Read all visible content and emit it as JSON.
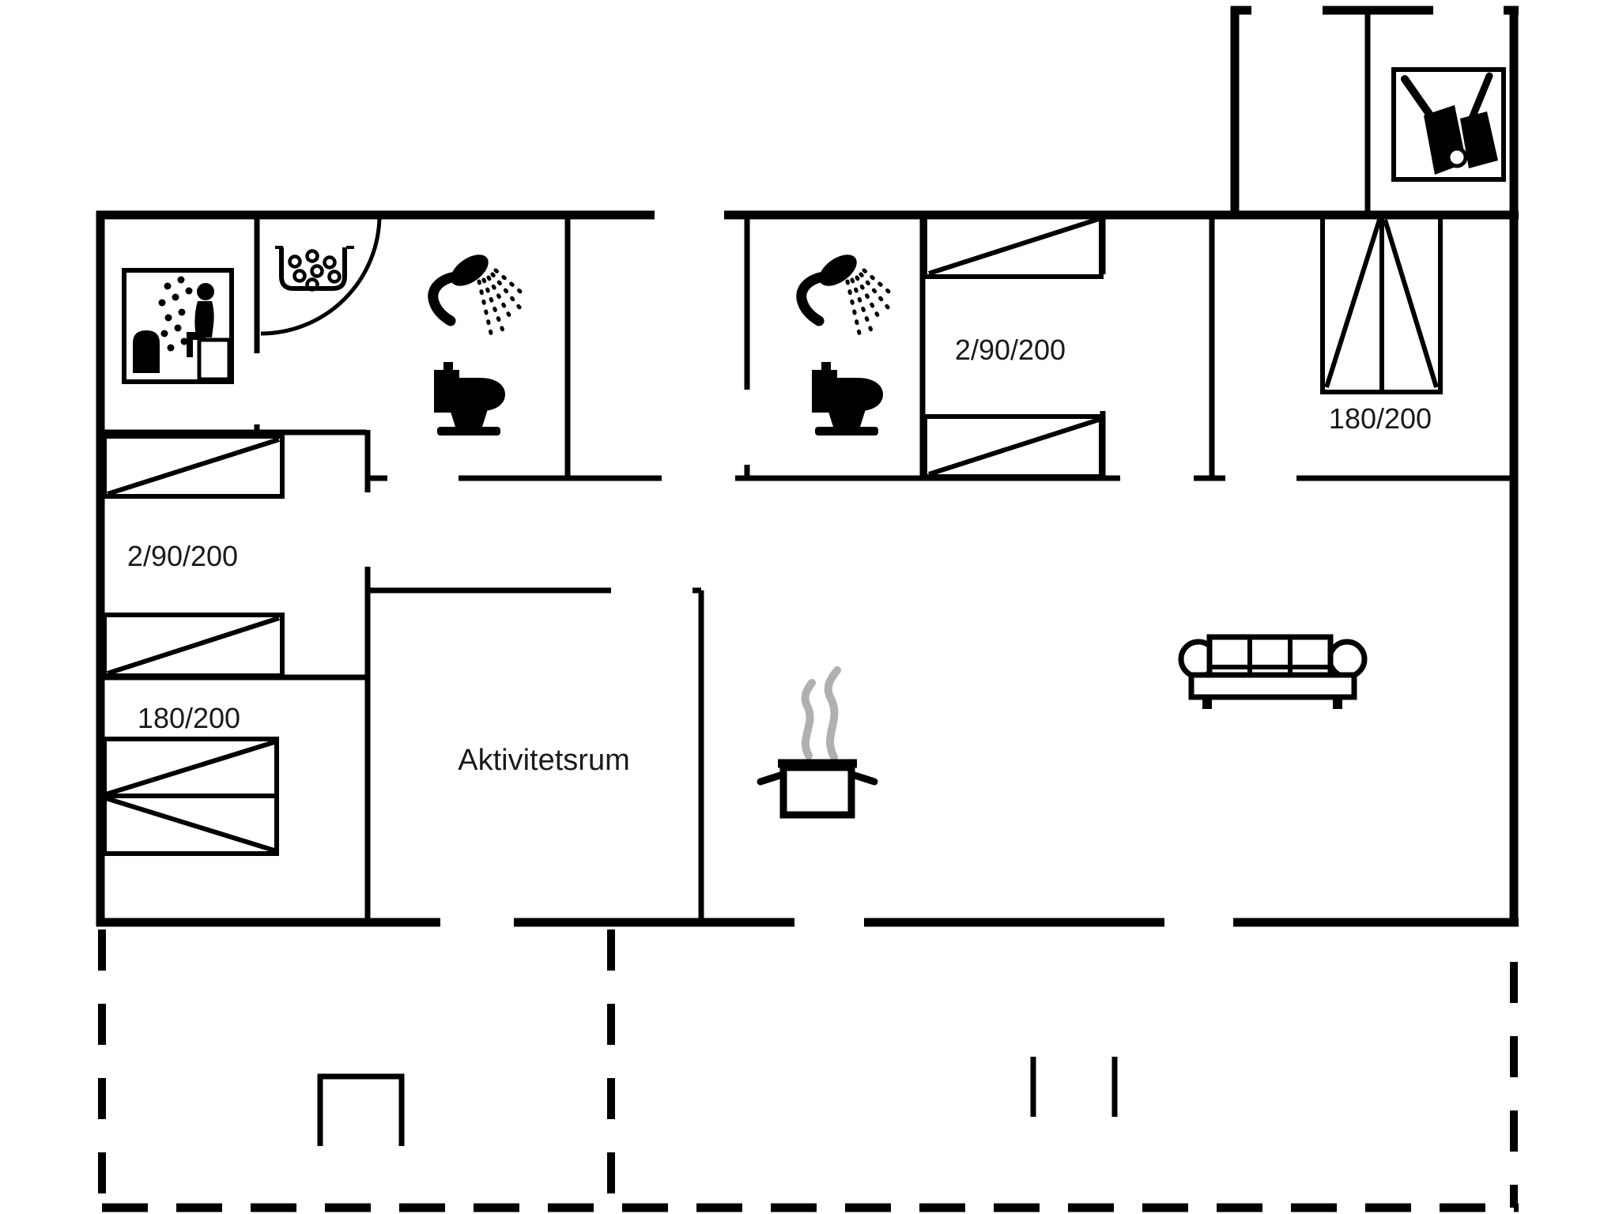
{
  "labels": {
    "activity_room": "Aktivitetsrum",
    "left_bunk_bed": "2/90/200",
    "left_double_bed": "180/200",
    "middle_bunk_bed": "2/90/200",
    "right_double_bed": "180/200"
  },
  "colors": {
    "wall": "#000000",
    "background": "#ffffff",
    "steam": "#b0b0b0",
    "text": "#1a1a1a"
  },
  "icons": [
    "sauna-icon",
    "washbasin-icon",
    "shower-icon",
    "toilet-icon",
    "cleaning-equipment-icon",
    "cooking-pot-icon",
    "sofa-icon"
  ]
}
